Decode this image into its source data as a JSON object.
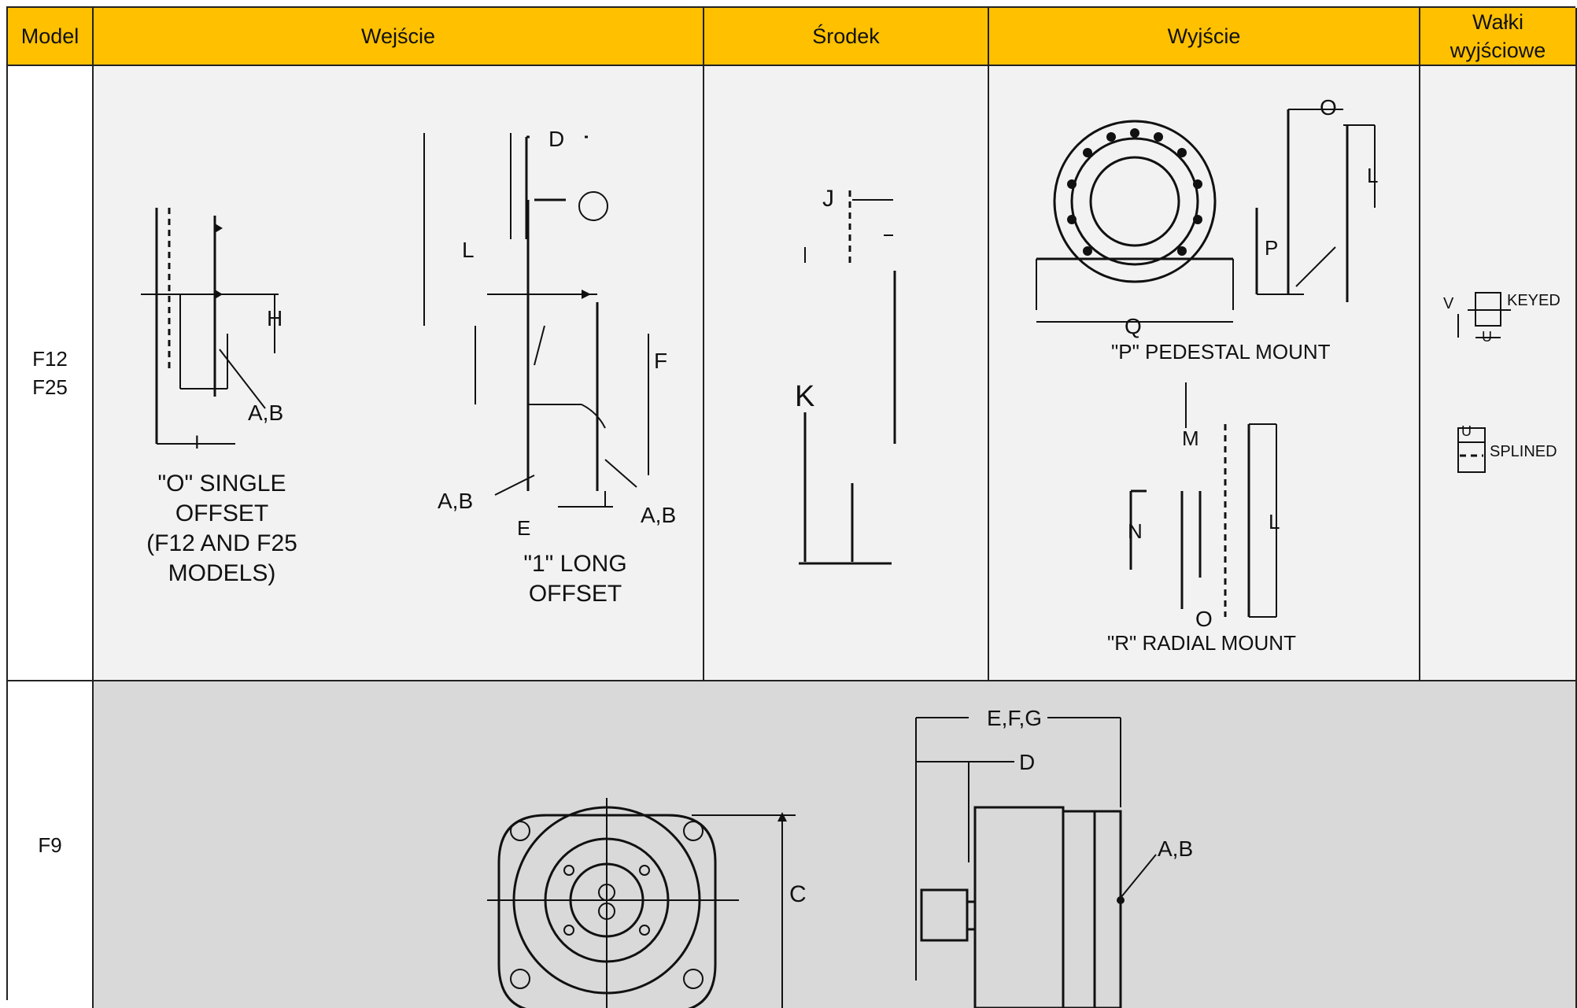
{
  "header": {
    "model": "Model",
    "input": "Wejście",
    "middle": "Środek",
    "output": "Wyjście",
    "shafts_line1": "Wałki",
    "shafts_line2": "wyjściowe"
  },
  "rows": [
    {
      "model_line1": "F12",
      "model_line2": "F25",
      "input": {
        "single_offset": {
          "dim_h": "H",
          "dim_ab": "A,B",
          "dim_i": "I",
          "caption_1": "\"O\" SINGLE",
          "caption_2": "OFFSET",
          "caption_3": "(F12 AND F25",
          "caption_4": "MODELS)"
        },
        "long_offset": {
          "dim_d": "D",
          "dim_l": "L",
          "dim_f": "F",
          "dim_ab_left": "A,B",
          "dim_ab_right": "A,B",
          "dim_e": "E",
          "caption_1": "\"1\" LONG",
          "caption_2": "OFFSET"
        }
      },
      "middle": {
        "dim_j": "J",
        "dim_k": "K"
      },
      "output": {
        "pedestal": {
          "dim_o": "O",
          "dim_l": "L",
          "dim_p": "P",
          "dim_q": "Q",
          "caption": "\"P\" PEDESTAL   MOUNT"
        },
        "radial": {
          "dim_m": "M",
          "dim_n": "N",
          "dim_l": "L",
          "dim_o": "O",
          "caption": "\"R\" RADIAL   MOUNT"
        }
      },
      "shafts": {
        "keyed": {
          "dim_v": "V",
          "dim_u": "U",
          "label": "KEYED"
        },
        "splined": {
          "dim_u": "U",
          "label": "SPLINED"
        }
      }
    },
    {
      "model_line1": "F9",
      "drawing": {
        "dim_c": "C",
        "dim_efg": "E,F,G",
        "dim_d": "D",
        "dim_ab": "A,B"
      }
    }
  ]
}
